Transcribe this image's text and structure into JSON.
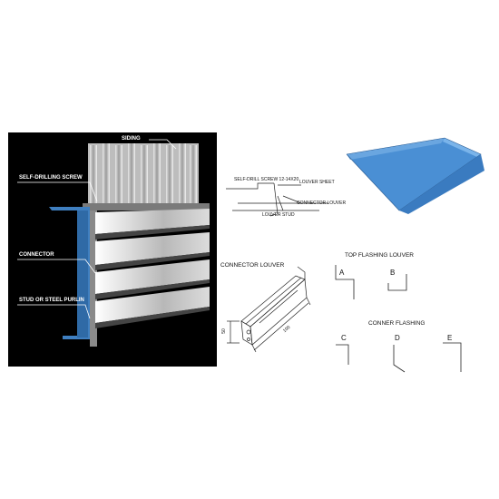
{
  "left_callouts": {
    "siding": "SIDING",
    "self_drilling_screw": "SELF-DRILLING SCREW",
    "connector": "CONNECTOR",
    "stud_or_purlin": "STUD OR STEEL PURLIN"
  },
  "section_detail": {
    "screw": "SELF-DRILL SCREW 12-14X20",
    "louver_sheet": "LOUVER SHEET",
    "connector_louver": "CONNECTOR LOUVER",
    "louver_stud": "LOUVER STUD"
  },
  "connector_louver_detail": {
    "title": "CONNECTOR LOUVER",
    "dim_width": "50",
    "dim_length": "100"
  },
  "top_flashing": {
    "title": "TOP FLASHING LOUVER",
    "letters": [
      "A",
      "B"
    ]
  },
  "corner_flashing": {
    "title": "CONNER FLASHING",
    "letters": [
      "C",
      "D",
      "E"
    ]
  },
  "colors": {
    "panel_blue": "#4a8fd4",
    "stud_blue": "#3f7fc0",
    "background_left": "#000000"
  }
}
